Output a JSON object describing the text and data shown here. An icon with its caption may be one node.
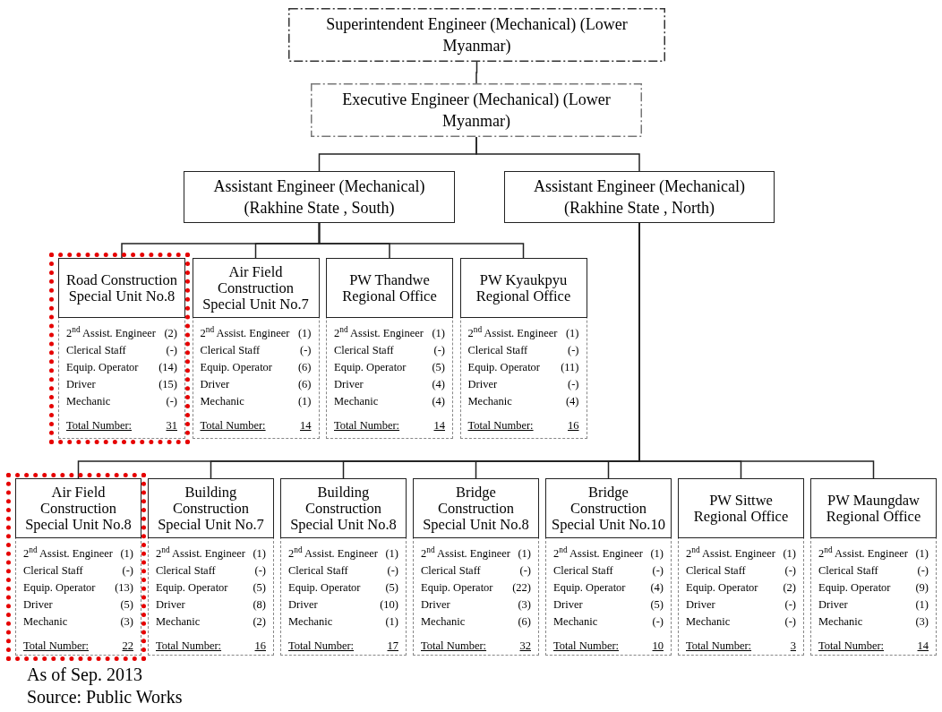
{
  "diagram": {
    "nodes": [
      {
        "text": [
          "Superintendent Engineer (Mechanical) (Lower Myanmar)"
        ]
      },
      {
        "text": [
          "Executive Engineer (Mechanical) (Lower Myanmar)"
        ]
      },
      {
        "text": [
          "Assistant  Engineer (Mechanical) (Rakhine State , South)"
        ]
      },
      {
        "text": [
          "Assistant Engineer (Mechanical) (Rakhine State , North)"
        ]
      },
      {
        "text": [
          "Road Construction Special Unit No.8",
          "2$^{nd}$ Assist. Engineer",
          "(2)",
          "Clerical Staff",
          "(-)",
          "Equip. Operator",
          "(14)",
          "Driver",
          "(15)",
          "Mechanic",
          "(-)",
          "Total Number:",
          "31"
        ]
      },
      {
        "text": [
          "Air Field Construction Special Unit No.7",
          "2$^{nd}$ Assist. Engineer",
          "(1)",
          "Clerical Staff",
          "(-)",
          "Equip. Operator",
          "(6)",
          "Driver",
          "(6)",
          "Mechanic",
          "(1)",
          "Total Number:",
          "14"
        ]
      },
      {
        "text": [
          "PW Thandwe Regional Office",
          "2$^{nd}$ Assist. Engineer",
          "(1)",
          "Clerical Staff",
          "(-)",
          "Equip. Operator",
          "(5)",
          "Driver",
          "(4)",
          "Mechanic",
          "(4)",
          "Total Number:",
          "14"
        ]
      },
      {
        "text": [
          "PW Kyaukpyu Regional Office",
          "2$^{nd}$ Assist. Engineer",
          "(1)",
          "Clerical Staff",
          "(-)",
          "Equip. Operator",
          "(11)",
          "Driver",
          "(-)",
          "Mechanic",
          "(4)",
          "Total Number:",
          "16"
        ]
      },
      {
        "text": [
          "Air Field Construction Special Unit No.8",
          "2$^{nd}$ Assist. Engineer",
          "(1)",
          "Clerical Staff",
          "(-)",
          "Equip. Operator",
          "(13)",
          "Driver",
          "(5)",
          "Mechanic",
          "(3)",
          "Total Number:",
          "22"
        ]
      },
      {
        "text": [
          "Building Construction Special Unit No.7",
          "2$^{nd}$ Assist. Engineer",
          "(1)",
          "Clerical Staff",
          "(-)",
          "Equip. Operator",
          "(5)",
          "Driver",
          "(8)",
          "Mechanic",
          "(2)",
          "Total Number:",
          "16"
        ]
      },
      {
        "text": [
          "Building Construction Special Unit No.8",
          "2$^{nd}$ Assist. Engineer",
          "(1)",
          "Clerical Staff",
          "(-)",
          "Equip. Operator",
          "(5)",
          "Driver",
          "(10)",
          "Mechanic",
          "(1)",
          "Total Number:",
          "17"
        ]
      },
      {
        "text": [
          "Bridge Construction Special Unit No.8",
          "2$^{nd}$ Assist. Engineer",
          "(1)",
          "Clerical Staff",
          "(-)",
          "Equip. Operator",
          "(22)",
          "Driver",
          "(3)",
          "Mechanic",
          "(6)",
          "Total Number:",
          "32"
        ]
      },
      {
        "text": [
          "Bridge Construction Special Unit No.10",
          "2$^{nd}$ Assist. Engineer",
          "(1)",
          "Clerical Staff",
          "(-)",
          "Equip. Operator",
          "(4)",
          "Driver",
          "(5)",
          "Mechanic",
          "(-)",
          "Total Number:",
          "10"
        ]
      },
      {
        "text": [
          "PW Sittwe Regional Office",
          "2$^{nd}$ Assist. Engineer",
          "(1)",
          "Clerical Staff",
          "(-)",
          "Equip. Operator",
          "(2)",
          "Driver",
          "(-)",
          "Mechanic",
          "(-)",
          "Total Number:",
          "3"
        ]
      },
      {
        "text": [
          "PW Maungdaw Regional Office",
          "2$^{nd}$ Assist. Engineer",
          "(1)",
          "Clerical Staff",
          "(-)",
          "Equip. Operator",
          "(9)",
          "Driver",
          "(1)",
          "Mechanic",
          "(3)",
          "Total Number:",
          "14"
        ]
      }
    ],
    "edges": [
      {
        "from": 0,
        "to": 1,
        "arrow": "none"
      },
      {
        "from": 1,
        "to": 2,
        "arrow": "none"
      },
      {
        "from": 1,
        "to": 3,
        "arrow": "none"
      },
      {
        "from": 2,
        "to": 4,
        "arrow": "none"
      },
      {
        "from": 2,
        "to": 5,
        "arrow": "none"
      },
      {
        "from": 2,
        "to": 6,
        "arrow": "none"
      },
      {
        "from": 2,
        "to": 7,
        "arrow": "none"
      },
      {
        "from": 3,
        "to": 8,
        "arrow": "none"
      },
      {
        "from": 3,
        "to": 9,
        "arrow": "none"
      },
      {
        "from": 3,
        "to": 10,
        "arrow": "none"
      },
      {
        "from": 3,
        "to": 11,
        "arrow": "none"
      },
      {
        "from": 3,
        "to": 12,
        "arrow": "none"
      },
      {
        "from": 3,
        "to": 13,
        "arrow": "none"
      },
      {
        "from": 3,
        "to": 14,
        "arrow": "none"
      }
    ],
    "labels": [
      "As of Sep. 2013",
      "Source: Public Works"
    ]
  }
}
